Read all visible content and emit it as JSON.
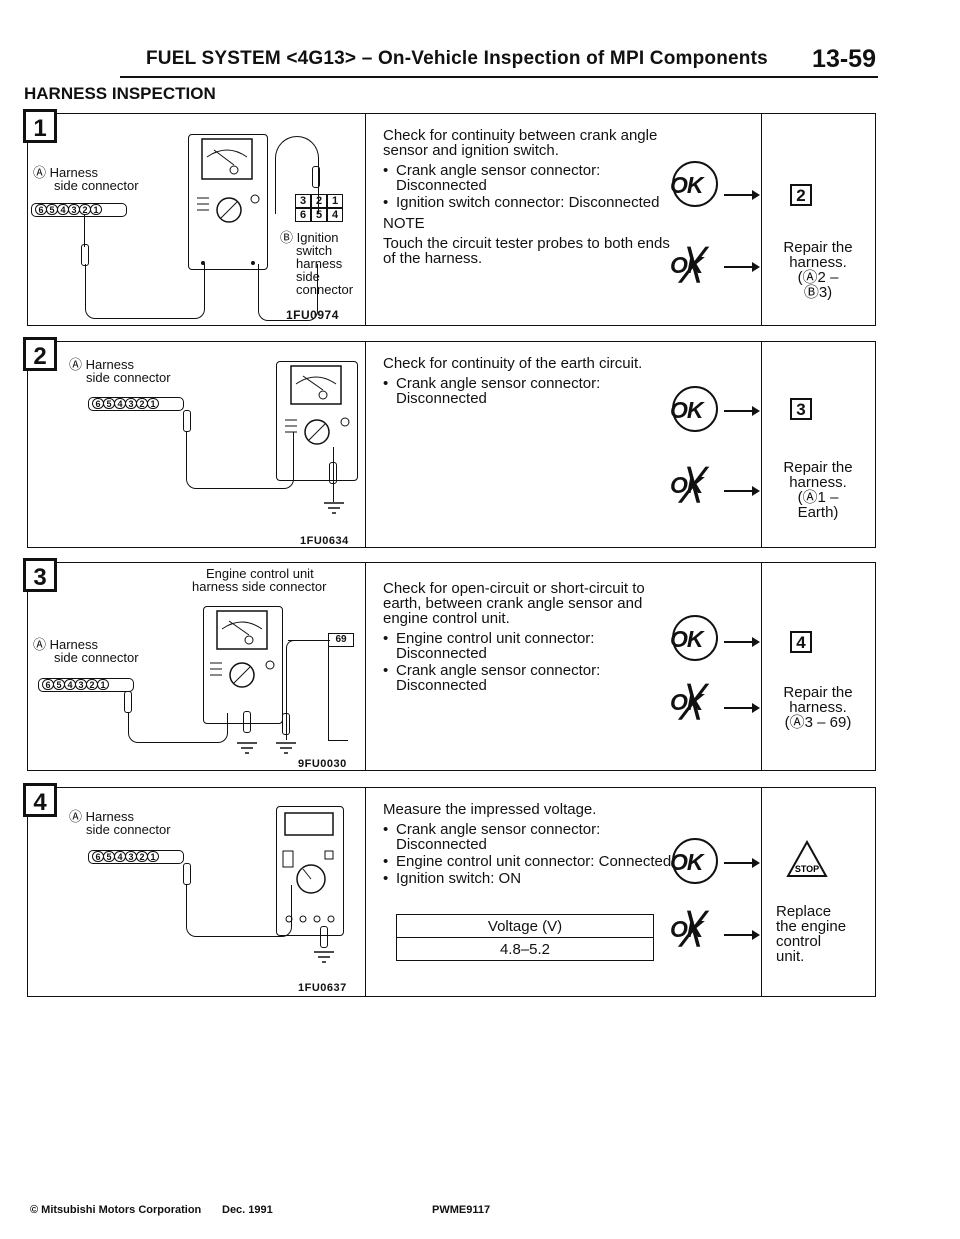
{
  "header": {
    "title": "FUEL SYSTEM <4G13> – On-Vehicle Inspection of MPI Components",
    "page": "13-59"
  },
  "section_title": "HARNESS INSPECTION",
  "steps": [
    {
      "num": "1",
      "diagram": {
        "harness_label": "Ⓐ Harness",
        "harness_sub": "side connector",
        "pins": [
          "6",
          "5",
          "4",
          "3",
          "2",
          "1"
        ],
        "ignition_pins": [
          "3",
          "2",
          "1",
          "6",
          "5",
          "4"
        ],
        "ignition_label": "Ⓑ Ignition",
        "ignition_sub": "switch\nharness\nside\nconnector",
        "code": "1FU0974"
      },
      "intro": "Check for continuity between crank angle sensor and ignition switch.",
      "bullets": [
        "Crank angle sensor connector: Disconnected",
        "Ignition switch connector: Disconnected"
      ],
      "note_title": "NOTE",
      "note_text": "Touch the circuit tester probes to both ends of the harness.",
      "ok_next": "2",
      "ng_text": "Repair the harness.\n(Ⓐ2 –\nⒷ3)"
    },
    {
      "num": "2",
      "diagram": {
        "harness_label": "Ⓐ Harness",
        "harness_sub": "side connector",
        "pins": [
          "6",
          "5",
          "4",
          "3",
          "2",
          "1"
        ],
        "code": "1FU0634"
      },
      "intro": "Check for continuity of the earth circuit.",
      "bullets": [
        "Crank angle sensor connector: Disconnected"
      ],
      "ok_next": "3",
      "ng_text": "Repair the harness.\n(Ⓐ1 –\nEarth)"
    },
    {
      "num": "3",
      "diagram": {
        "harness_label": "Ⓐ Harness",
        "harness_sub": "side connector",
        "ecu_label": "Engine control unit",
        "ecu_sub": "harness side connector",
        "ecu_pin": "69",
        "pins": [
          "6",
          "5",
          "4",
          "3",
          "2",
          "1"
        ],
        "code": "9FU0030"
      },
      "intro": "Check for open-circuit or short-circuit to earth, between crank angle sensor and engine control unit.",
      "bullets": [
        "Engine control unit connector: Disconnected",
        "Crank angle sensor connector: Disconnected"
      ],
      "ok_next": "4",
      "ng_text": "Repair the harness.\n(Ⓐ3 – 69)"
    },
    {
      "num": "4",
      "diagram": {
        "harness_label": "Ⓐ Harness",
        "harness_sub": "side connector",
        "pins": [
          "6",
          "5",
          "4",
          "3",
          "2",
          "1"
        ],
        "code": "1FU0637"
      },
      "intro": "Measure the impressed voltage.",
      "bullets": [
        "Crank angle sensor connector: Disconnected",
        "Engine control unit connector: Connected",
        "Ignition switch: ON"
      ],
      "table_header": "Voltage (V)",
      "table_value": "4.8–5.2",
      "ok_next": "STOP",
      "ng_text": "Replace\nthe engine\ncontrol\nunit."
    }
  ],
  "labels": {
    "ok": "OK",
    "ng": "OK"
  },
  "footer": {
    "left": "© Mitsubishi Motors Corporation",
    "date": "Dec. 1991",
    "code": "PWME9117"
  }
}
